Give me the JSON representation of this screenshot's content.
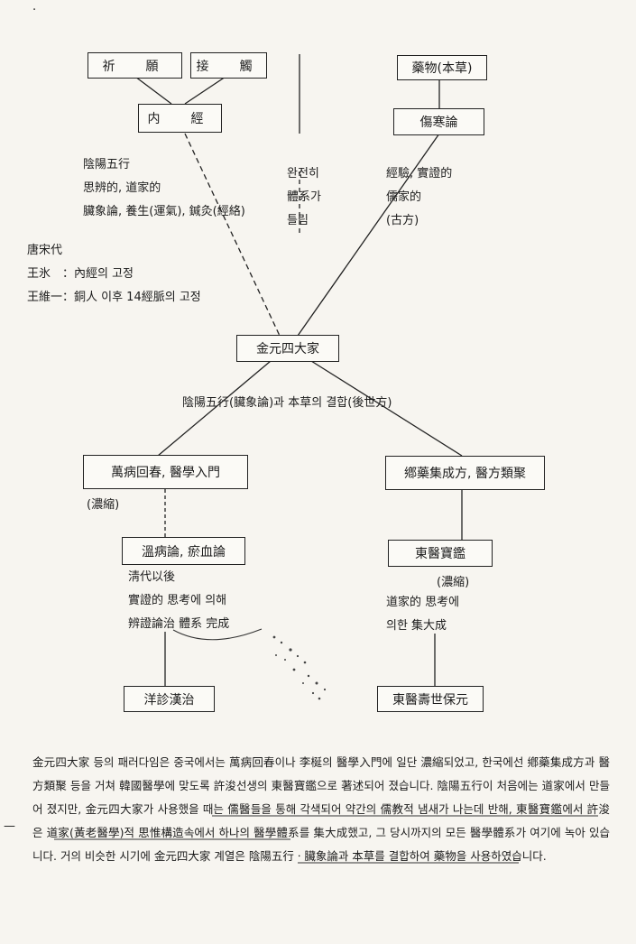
{
  "nodes": {
    "prayer": "祈　願",
    "contact": "接　觸",
    "neijing": "内　經",
    "herbs": "藥物(本草)",
    "shanghan": "傷寒論",
    "jinyuan": "金元四大家",
    "wanbing": "萬病回春, 醫學入門",
    "xiangyao": "鄕藥集成方, 醫方類聚",
    "wenbing": "溫病論, 瘀血論",
    "dongui": "東醫寶鑑",
    "yangjin": "洋診漢治",
    "dongyi_shoushi": "東醫壽世保元"
  },
  "labels": {
    "neijing_notes": [
      "陰陽五行",
      "思辨的, 道家的",
      "臟象論, 養生(運氣), 鍼灸(經絡)"
    ],
    "middle_notes": [
      "완전히",
      "體系가",
      "틀림"
    ],
    "shanghan_notes": [
      "經驗, 實證的",
      "儒家的",
      "(古方)"
    ],
    "dynasty_notes": [
      "唐宋代",
      "王氷　：內經의 고정",
      "王維一：銅人 이후 14經脈의 고정"
    ],
    "combination": "陰陽五行(臟象論)과 本草의 결합(後世方)",
    "condensed_left": "(濃縮)",
    "condensed_right": "(濃縮)",
    "qing_notes": [
      "淸代以後",
      "實證的 思考에 의해",
      "辨證論治 體系 完成"
    ],
    "daoist_notes": [
      "道家的 思考에",
      "의한 集大成"
    ]
  },
  "marks": {
    "dash": "—",
    "small": "·"
  },
  "paragraph": "金元四大家 등의 패러다임은 중국에서는 萬病回春이나 李梴의 醫學入門에 일단 濃縮되었고, 한국에선 鄕藥集成方과 醫方類聚 등을 거쳐 韓國醫學에 맞도록 許浚선생의 東醫寶鑑으로 著述되어 졌습니다. 陰陽五行이 처음에는 道家에서 만들어 졌지만, 金元四大家가 사용했을 때는 儒醫들을 통해 각색되어 약간의 儒教적 냄새가 나는데 반해, 東醫寶鑑에서 許浚은 道家(黃老醫學)적 思惟構造속에서 하나의 醫學體系를 集大成했고, 그 당시까지의 모든 醫學體系가 여기에 녹아 있습니다. 거의 비슷한 시기에 金元四大家 계열은 陰陽五行ㆍ臟象論과 本草를 결합하여 藥物을 사용하였습니다."
}
